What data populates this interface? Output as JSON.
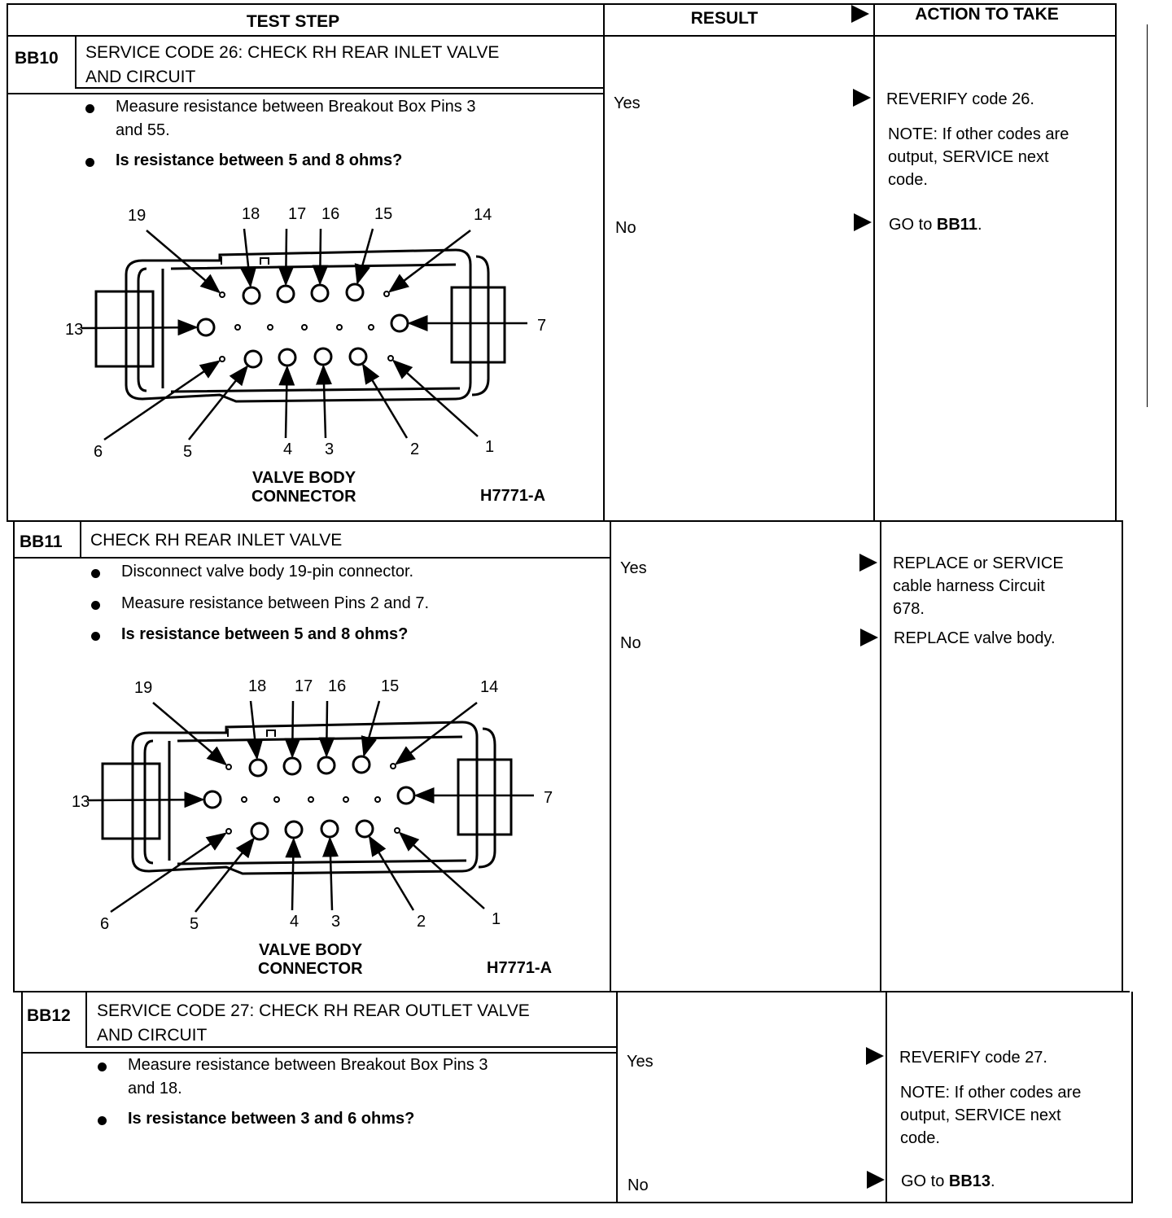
{
  "header": {
    "test_step": "TEST STEP",
    "result": "RESULT",
    "action": "ACTION TO TAKE"
  },
  "steps": [
    {
      "code": "BB10",
      "title_lines": [
        "SERVICE CODE 26: CHECK RH REAR INLET VALVE",
        "AND CIRCUIT"
      ],
      "bullets": [
        {
          "lines": [
            "Measure resistance between Breakout Box Pins 3",
            "and 55."
          ]
        },
        {
          "lines": [
            "Is resistance between 5 and 8 ohms?"
          ],
          "question": true
        }
      ],
      "results": [
        {
          "label": "Yes",
          "action_lines": [
            "REVERIFY code 26."
          ],
          "note_lines": [
            "NOTE: If other codes are",
            "output, SERVICE next",
            "code."
          ]
        },
        {
          "label": "No",
          "action_pre": "GO to ",
          "action_bold": "BB11",
          "action_post": "."
        }
      ]
    },
    {
      "code": "BB11",
      "title_lines": [
        "CHECK RH REAR INLET VALVE"
      ],
      "bullets": [
        {
          "lines": [
            "Disconnect valve body  19-pin connector."
          ]
        },
        {
          "lines": [
            "Measure resistance between Pins 2 and 7."
          ]
        },
        {
          "lines": [
            "Is resistance between 5 and 8 ohms?"
          ],
          "question": true
        }
      ],
      "results": [
        {
          "label": "Yes",
          "action_lines": [
            "REPLACE or SERVICE",
            "cable harness Circuit",
            "678."
          ]
        },
        {
          "label": "No",
          "action_lines": [
            "REPLACE valve body."
          ]
        }
      ]
    },
    {
      "code": "BB12",
      "title_lines": [
        "SERVICE CODE 27: CHECK RH REAR OUTLET VALVE",
        "AND CIRCUIT"
      ],
      "bullets": [
        {
          "lines": [
            "Measure resistance between Breakout Box Pins 3",
            "and 18."
          ]
        },
        {
          "lines": [
            "Is resistance between 3 and 6 ohms?"
          ],
          "question": true
        }
      ],
      "results": [
        {
          "label": "Yes",
          "action_lines": [
            "REVERIFY code 27."
          ],
          "note_lines": [
            "NOTE: If other codes are",
            "output, SERVICE next",
            "code."
          ]
        },
        {
          "label": "No",
          "action_pre": "GO to ",
          "action_bold": "BB13",
          "action_post": "."
        }
      ]
    }
  ],
  "diagram": {
    "caption_lines": [
      "VALVE BODY",
      "CONNECTOR"
    ],
    "figure_id": "H7771-A",
    "pin_labels": [
      "1",
      "2",
      "3",
      "4",
      "5",
      "6",
      "7",
      "13",
      "14",
      "15",
      "16",
      "17",
      "18",
      "19"
    ]
  },
  "icons": {
    "result_arrow": "right-triangle-arrow-icon"
  }
}
